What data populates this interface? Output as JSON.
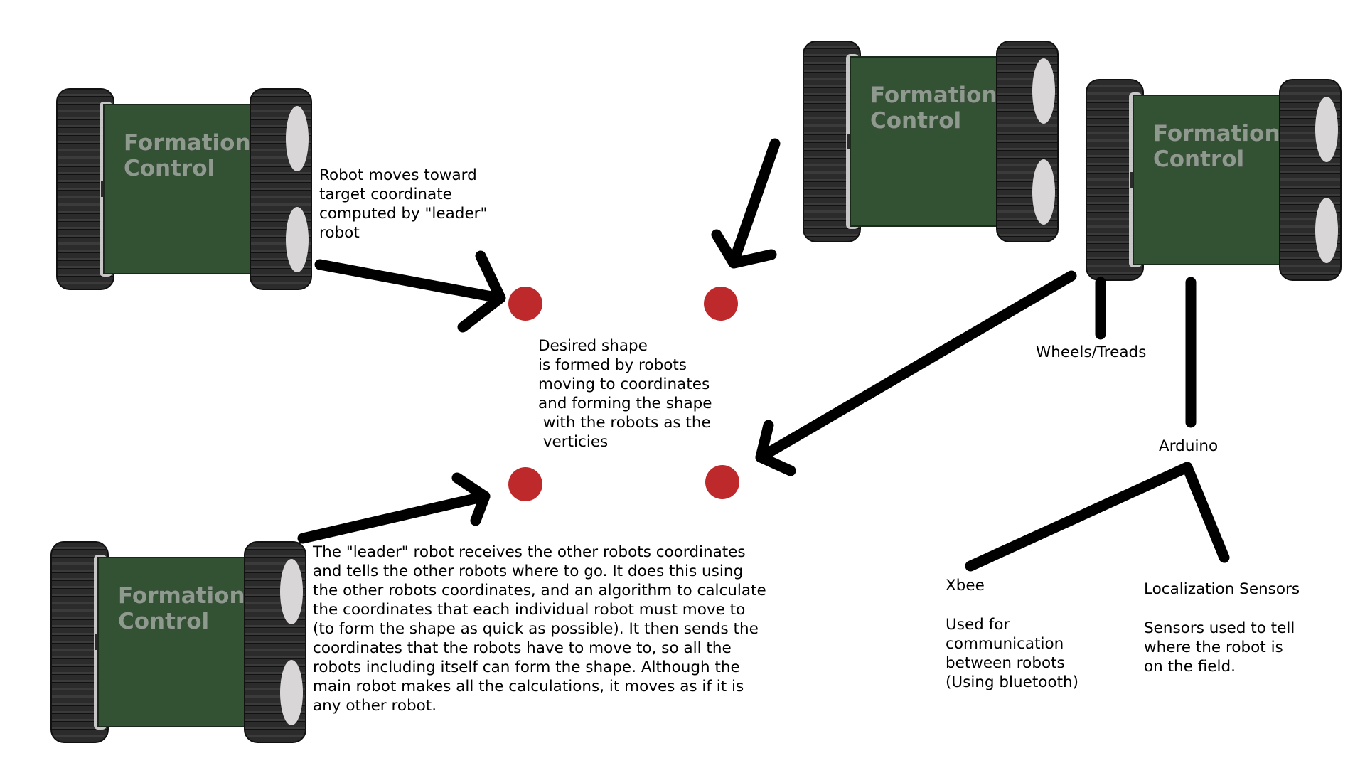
{
  "robots": [
    {
      "label_line1": "Formation",
      "label_line2": "Control"
    },
    {
      "label_line1": "Formation",
      "label_line2": "Control"
    },
    {
      "label_line1": "Formation",
      "label_line2": "Control"
    },
    {
      "label_line1": "Formation",
      "label_line2": "Control"
    }
  ],
  "texts": {
    "robot_moves": "Robot moves toward\ntarget coordinate\ncomputed by \"leader\"\nrobot",
    "desired_shape": "Desired shape\nis formed by robots\nmoving to coordinates\nand forming the shape\n with the robots as the\n verticies",
    "leader_description": "The \"leader\" robot receives the other robots coordinates\nand tells the other robots where to go. It does this using\nthe other robots coordinates, and an algorithm to calculate\nthe coordinates that each individual robot must move to\n(to form the shape as quick as possible). It then sends the\ncoordinates that the robots have to move to, so all the\nrobots including itself can form the shape. Although the\nmain robot makes all the calculations, it moves as if it is\nany other robot.",
    "wheels_treads": "Wheels/Treads",
    "arduino": "Arduino",
    "xbee_title": "Xbee",
    "xbee_desc": "Used for\ncommunication\nbetween robots\n(Using bluetooth)",
    "localization_title": "Localization Sensors",
    "localization_desc": "Sensors used to tell\nwhere the robot is\non the field."
  },
  "colors": {
    "robot_body": "#325233",
    "tread": "#2b2b2b",
    "wheel_cap": "#d9d6d7",
    "target_dot": "#be2a2c",
    "arrow": "#000000"
  }
}
